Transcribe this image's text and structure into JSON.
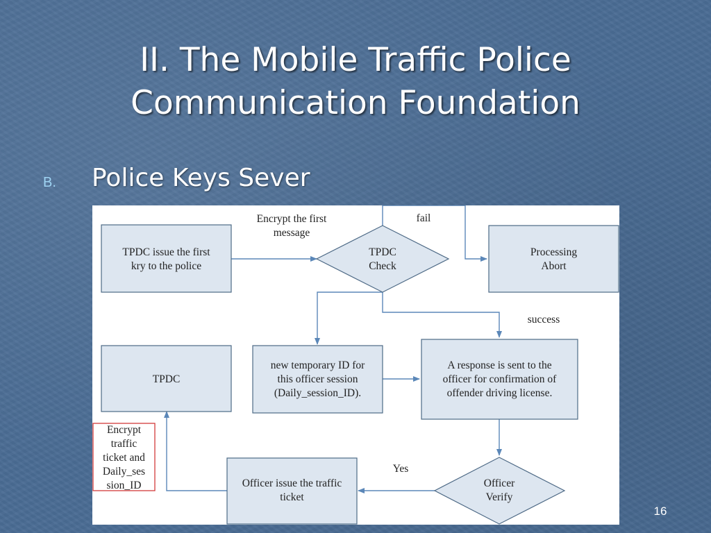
{
  "slide": {
    "title_lines": [
      "II. The Mobile Traffic Police",
      "Communication Foundation"
    ],
    "bullet_marker": "B.",
    "bullet_text": "Police Keys Sever",
    "page_number": "16"
  },
  "diagram": {
    "nodes": {
      "tpdc_issue": [
        "TPDC issue the first",
        "kry to the police"
      ],
      "tpdc_check": [
        "TPDC",
        "Check"
      ],
      "processing_abort": [
        "Processing",
        "Abort"
      ],
      "tpdc": [
        "TPDC"
      ],
      "new_temp_id": [
        "new temporary ID for",
        "this officer session",
        "(Daily_session_ID)."
      ],
      "response_sent": [
        "A response is sent to the",
        "officer for confirmation of",
        "offender driving license."
      ],
      "encrypt_ticket": [
        "Encrypt",
        "traffic",
        "ticket and",
        "Daily_ses",
        "sion_ID"
      ],
      "officer_issue": [
        "Officer issue the traffic",
        "ticket"
      ],
      "officer_verify": [
        "Officer",
        "Verify"
      ]
    },
    "edge_labels": {
      "encrypt_first": [
        "Encrypt the first",
        "message"
      ],
      "fail": "fail",
      "success": "success",
      "yes": "Yes"
    }
  }
}
